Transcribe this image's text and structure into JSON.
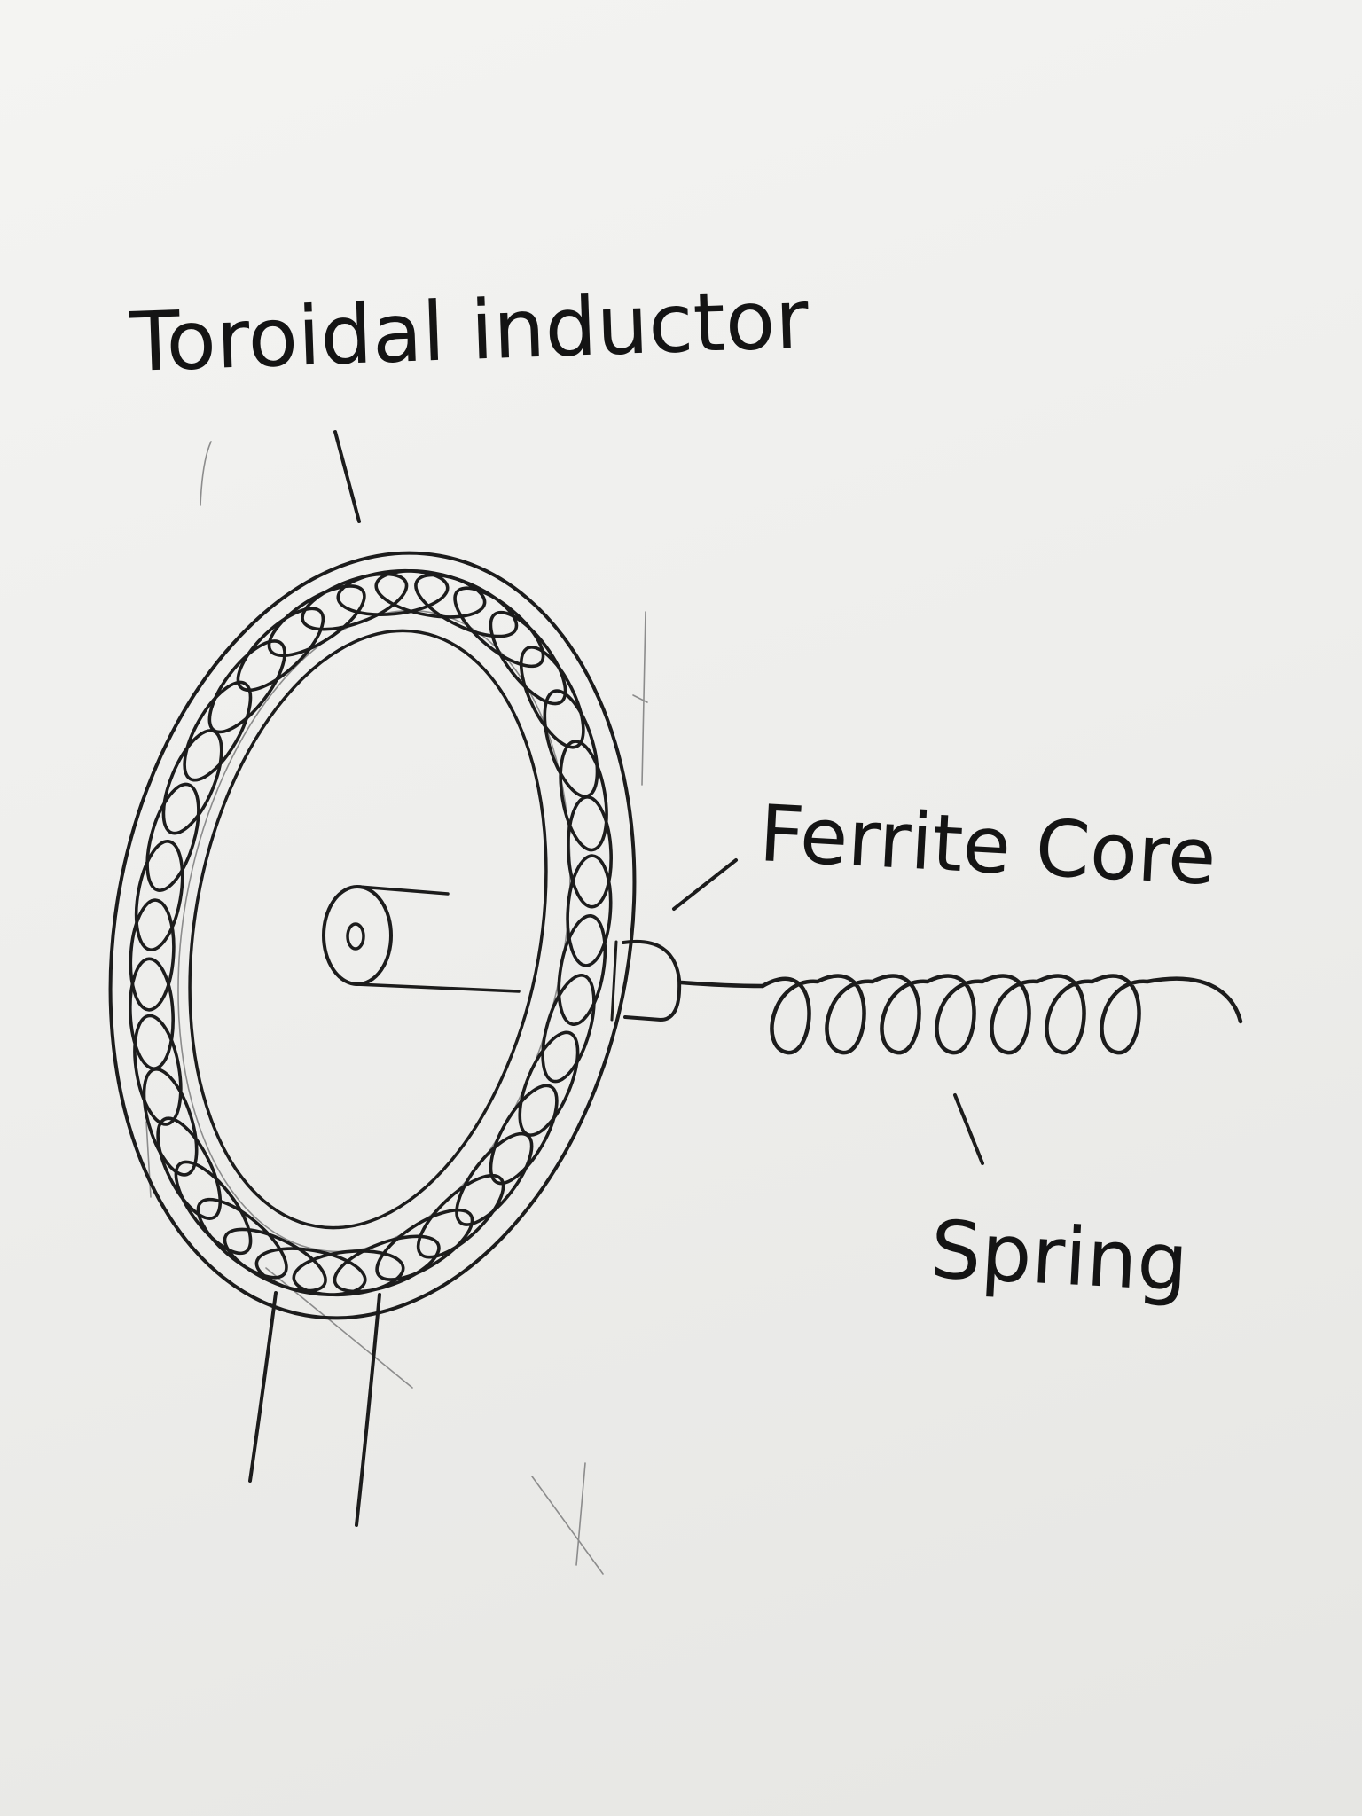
{
  "diagram": {
    "labels": {
      "toroid": "Toroidal inductor",
      "core": "Ferrite Core",
      "spring": "Spring"
    },
    "colors": {
      "paper": "#efefed",
      "ink": "#1c1c1c",
      "pencil": "#8c8c8c"
    }
  }
}
